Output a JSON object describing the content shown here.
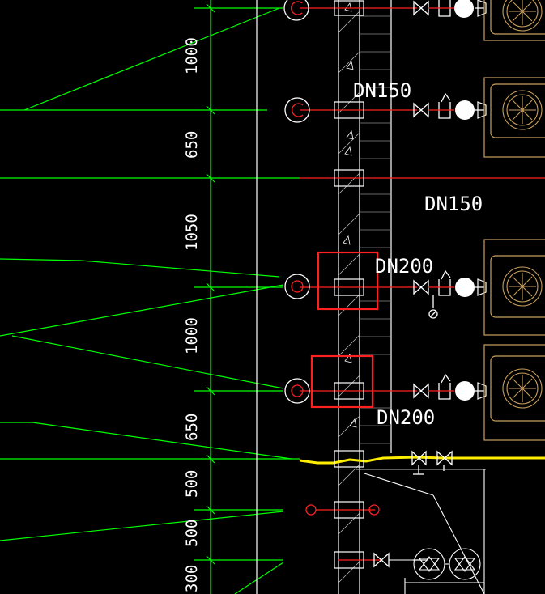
{
  "drawing": {
    "background": "#000000",
    "colors": {
      "dimension_line": "#00ff00",
      "pipe": "#ff2020",
      "wall": "#ffffff",
      "equipment": "#c8a060",
      "highlight": "#ff2020",
      "yellow_pipe": "#ffee00"
    },
    "dimensions": [
      "1000",
      "650",
      "1050",
      "1000",
      "650",
      "500",
      "500",
      "300"
    ],
    "pipe_labels": [
      "DN150",
      "DN150",
      "DN200",
      "DN200"
    ]
  }
}
